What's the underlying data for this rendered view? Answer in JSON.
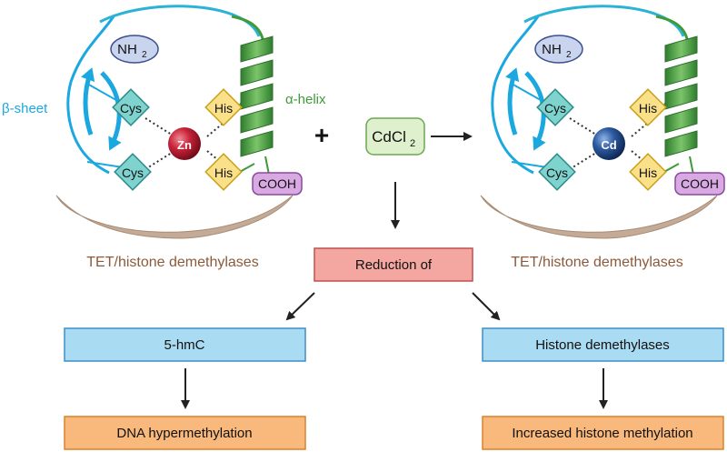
{
  "left_complex": {
    "beta_sheet": "β-sheet",
    "alpha_helix": "α-helix",
    "nh2_main": "NH",
    "nh2_sub": "2",
    "cys_top": "Cys",
    "cys_bottom": "Cys",
    "his_top": "His",
    "his_bottom": "His",
    "metal": "Zn",
    "cooh": "COOH",
    "enzyme_label": "TET/histone demethylases"
  },
  "plus_sign": "+",
  "reagent": {
    "main": "CdCl",
    "sub": "2"
  },
  "right_complex": {
    "nh2_main": "NH",
    "nh2_sub": "2",
    "cys_top": "Cys",
    "cys_bottom": "Cys",
    "his_top": "His",
    "his_bottom": "His",
    "metal": "Cd",
    "cooh": "COOH",
    "enzyme_label": "TET/histone demethylases"
  },
  "reduction_box": "Reduction of",
  "left_branch": {
    "top": "5-hmC",
    "bottom": "DNA hypermethylation"
  },
  "right_branch": {
    "top": "Histone demethylases",
    "bottom": "Increased histone methylation"
  },
  "colors": {
    "beta": "#1ba8e0",
    "helix": "#3f9a3a",
    "nh2_fill": "#c9d4ee",
    "nh2_stroke": "#3b4f8c",
    "cys_fill": "#7fd3cf",
    "cys_stroke": "#2b8c8a",
    "his_fill": "#fbe08a",
    "his_stroke": "#c9a21a",
    "zn": "#b5142a",
    "cd": "#1b3d7a",
    "cooh_fill": "#d9a9e3",
    "cooh_stroke": "#8a4a9c",
    "arc": "#bfa590",
    "enzyme_text": "#8b5a3a",
    "reagent_fill": "#dff0cf",
    "reagent_stroke": "#6aa84f",
    "reduction_fill": "#f4a6a0",
    "reduction_stroke": "#c0504d",
    "blue_fill": "#a9dcf2",
    "blue_stroke": "#3d8fc6",
    "orange_fill": "#f9b97c",
    "orange_stroke": "#d9822b"
  }
}
